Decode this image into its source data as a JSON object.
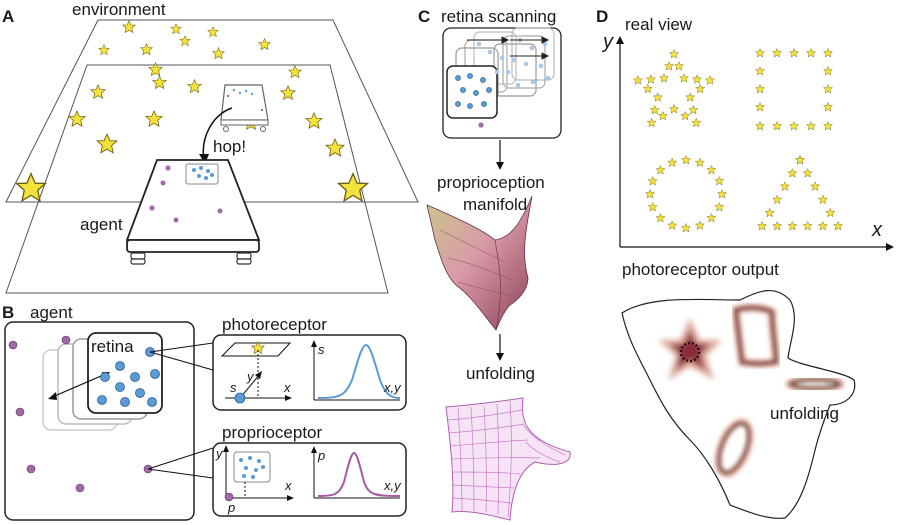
{
  "colors": {
    "star": "#f3e23c",
    "star_stroke": "#6b5a10",
    "retina_dot": "#5b9bd5",
    "retina_dot_light": "#a8c8e8",
    "proprio_dot": "#a06aa6",
    "curve_blue": "#5b9bd5",
    "curve_purple": "#a85aa6",
    "manifold_pink": "#d89aa8",
    "manifold_green": "#b9c48a",
    "mesh_purple": "#c77ac9",
    "output_dark": "#4a1020"
  },
  "panelA": {
    "letter": "A",
    "environment_label": "environment",
    "hop_label": "hop!",
    "agent_label": "agent"
  },
  "panelB": {
    "letter": "B",
    "agent_label": "agent",
    "retina_label": "retina",
    "photoreceptor_label": "photoreceptor",
    "proprioceptor_label": "proprioceptor",
    "axis_s": "s",
    "axis_y": "y",
    "axis_x": "x",
    "axis_xy": "x,y",
    "axis_p": "p"
  },
  "panelC": {
    "letter": "C",
    "retina_scanning_label": "retina scanning",
    "proprioception_label": "proprioception",
    "manifold_label": "manifold",
    "unfolding_label": "unfolding"
  },
  "panelD": {
    "letter": "D",
    "real_view_label": "real view",
    "axis_y": "y",
    "axis_x": "x",
    "photoreceptor_output_label": "photoreceptor output",
    "unfolding_label": "unfolding"
  }
}
